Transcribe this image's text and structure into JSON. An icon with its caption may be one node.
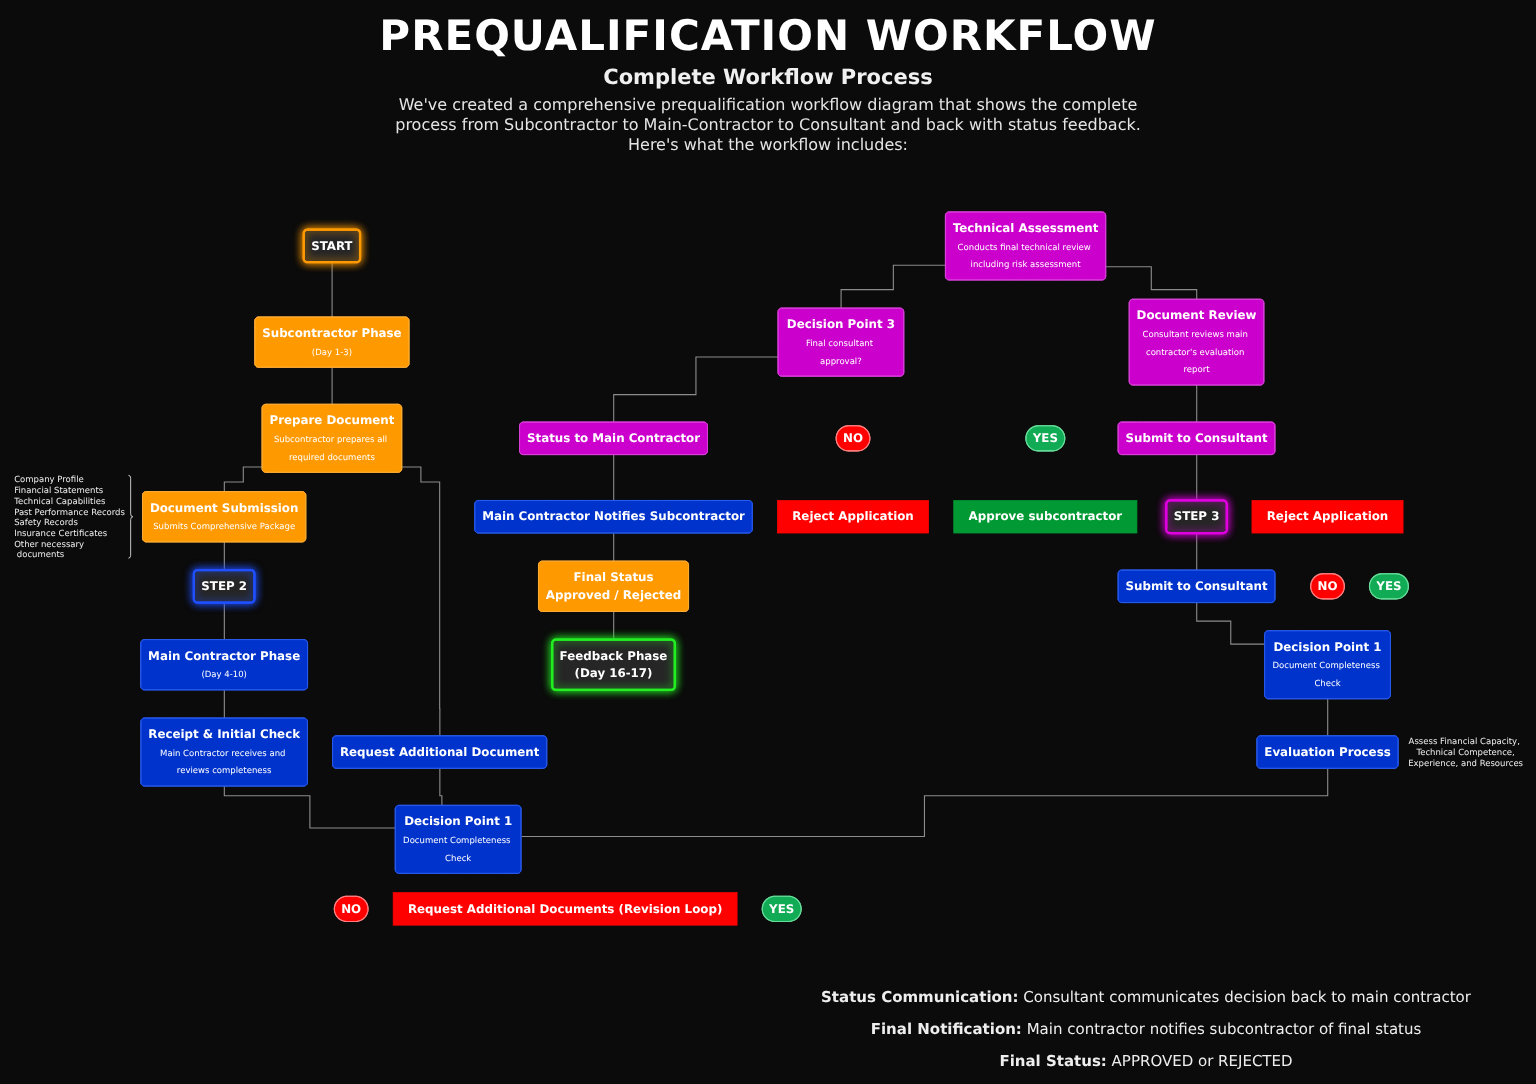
{
  "diagram": {
    "title": "PREQUALIFICATION WORKFLOW",
    "nodes": [
      {
        "text": [
          "START"
        ]
      },
      {
        "text": [
          "Subcontractor Phase",
          "(Day 1-3)"
        ]
      },
      {
        "text": [
          "Prepare Document",
          "Subcontractor prepares all required documents"
        ]
      },
      {
        "text": [
          "Document Submission",
          "Submits Comprehensive Package"
        ],
        "beside": [
          "Company Profile",
          "Financial Statements",
          "Technical Capabilities",
          "Past Performance Records",
          "Safety Records",
          "Insurance Certificates",
          "Other necessary documents"
        ]
      },
      {
        "text": [
          "STEP 2"
        ]
      },
      {
        "text": [
          "Main Contractor Phase",
          "(Day 4-10)"
        ]
      },
      {
        "text": [
          "Receipt & Initial Check",
          "Main Contractor receives and reviews completeness"
        ]
      },
      {
        "text": [
          "Request Additional Document"
        ]
      },
      {
        "text": [
          "Decision Point 1",
          "Document Completeness Check"
        ]
      },
      {
        "text": [
          "NO"
        ]
      },
      {
        "text": [
          "Request Additional Documents (Revision Loop)"
        ]
      },
      {
        "text": [
          "YES"
        ]
      },
      {
        "text": [
          "Evaluation Process"
        ],
        "beside": [
          "Assess Financial Capacity, Technical Competence, Experience, and Resources"
        ]
      },
      {
        "text": [
          "Reject Application"
        ]
      },
      {
        "text": [
          "NO"
        ]
      },
      {
        "text": [
          "YES"
        ]
      },
      {
        "text": [
          "Decision Point 1",
          "Document Completeness Check"
        ]
      },
      {
        "text": [
          "Submit to Consultant"
        ]
      },
      {
        "text": [
          "STEP 3"
        ]
      },
      {
        "text": [
          "Submit to Consultant"
        ]
      },
      {
        "text": [
          "Document Review",
          "Consultant reviews main contractor's evaluation report"
        ]
      },
      {
        "text": [
          "Technical Assessment",
          "Conducts final technical review including risk assessment"
        ]
      },
      {
        "text": [
          "Decision Point 3",
          "Final consultant approval?"
        ]
      },
      {
        "text": [
          "NO"
        ]
      },
      {
        "text": [
          "YES"
        ]
      },
      {
        "text": [
          "Reject Application"
        ]
      },
      {
        "text": [
          "Approve subcontractor"
        ]
      },
      {
        "text": [
          "Status to Main Contractor"
        ]
      },
      {
        "text": [
          "Main Contractor Notifies Subcontractor"
        ]
      },
      {
        "text": [
          "Final Status",
          "Approved / Rejected"
        ]
      },
      {
        "text": [
          "Feedback Phase",
          "(Day 16-17)"
        ]
      }
    ],
    "edges": [
      {
        "from": 0,
        "to": 1,
        "arrow": "none"
      },
      {
        "from": 1,
        "to": 2,
        "arrow": "none"
      },
      {
        "from": 2,
        "to": 3,
        "arrow": "none"
      },
      {
        "from": 2,
        "to": 7,
        "arrow": "none"
      },
      {
        "from": 3,
        "to": 4,
        "arrow": "none"
      },
      {
        "from": 4,
        "to": 5,
        "arrow": "none"
      },
      {
        "from": 5,
        "to": 6,
        "arrow": "none"
      },
      {
        "from": 6,
        "to": 8,
        "arrow": "none"
      },
      {
        "from": 7,
        "to": 8,
        "arrow": "none"
      },
      {
        "from": 12,
        "to": 8,
        "arrow": "none"
      },
      {
        "from": 16,
        "to": 12,
        "arrow": "none"
      },
      {
        "from": 17,
        "to": 16,
        "arrow": "none"
      },
      {
        "from": 18,
        "to": 17,
        "arrow": "none"
      },
      {
        "from": 19,
        "to": 18,
        "arrow": "none"
      },
      {
        "from": 20,
        "to": 19,
        "arrow": "none"
      },
      {
        "from": 21,
        "to": 20,
        "arrow": "none"
      },
      {
        "from": 21,
        "to": 22,
        "arrow": "none"
      },
      {
        "from": 22,
        "to": 27,
        "arrow": "none"
      },
      {
        "from": 27,
        "to": 28,
        "arrow": "none"
      },
      {
        "from": 28,
        "to": 29,
        "arrow": "none"
      },
      {
        "from": 29,
        "to": 30,
        "arrow": "none"
      }
    ],
    "labels": [
      "Complete Workflow Process",
      "We've created a comprehensive prequalification workflow diagram that shows the complete process from Subcontractor to Main-Contractor to Consultant and back with status feedback. Here's what the workflow includes:",
      "**Status Communication:** Consultant communicates decision back to main contractor",
      "**Final Notification:** Main contractor notifies subcontractor of final status",
      "**Final Status:** APPROVED or REJECTED"
    ]
  }
}
